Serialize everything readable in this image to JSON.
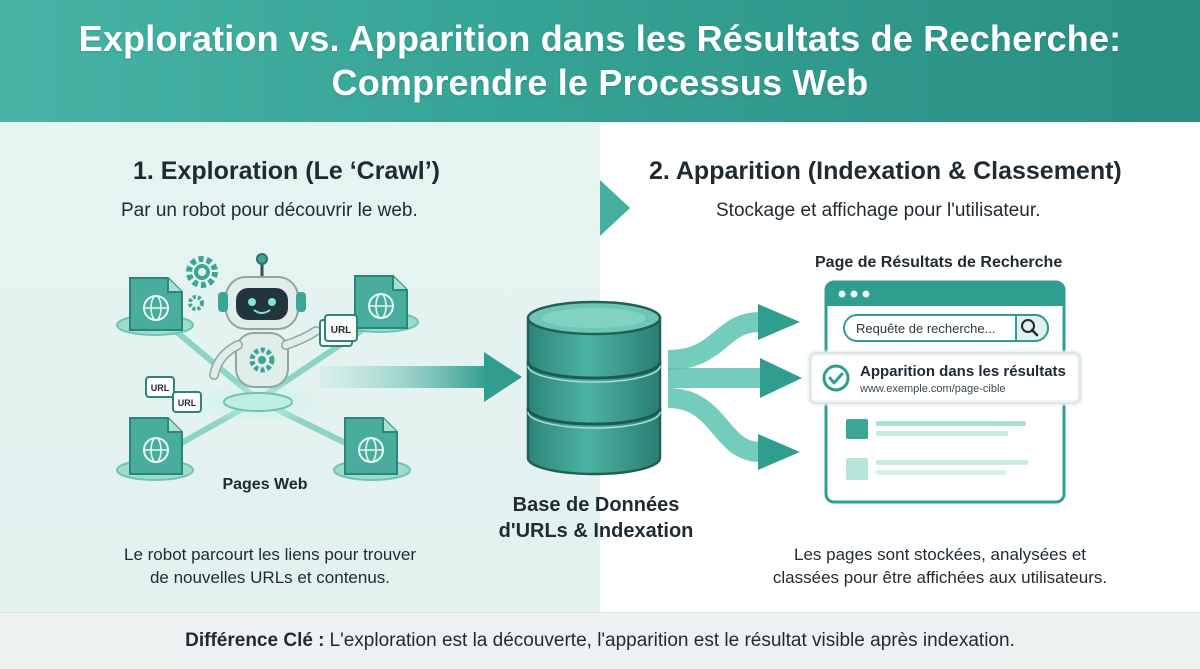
{
  "header": {
    "title_line1": "Exploration vs. Apparition dans les Résultats de Recherche:",
    "title_line2": "Comprendre le Processus Web"
  },
  "left": {
    "title": "1. Exploration (Le ‘Crawl’)",
    "subtitle": "Par un robot pour découvrir le web.",
    "pages_label": "Pages Web",
    "description_line1": "Le robot parcourt les liens pour trouver",
    "description_line2": "de nouvelles URLs et contenus.",
    "url_tag": "URL"
  },
  "center": {
    "db_label_line1": "Base de Données",
    "db_label_line2": "d'URLs & Indexation"
  },
  "right": {
    "title": "2. Apparition (Indexation & Classement)",
    "subtitle": "Stockage et affichage pour l'utilisateur.",
    "serp_title": "Page de Résultats de Recherche",
    "search_placeholder": "Requête de recherche...",
    "result_title": "Apparition dans les résultats",
    "result_url": "www.exemple.com/page-cible",
    "description_line1": "Les pages sont stockées, analysées et",
    "description_line2": "classées pour être affichées aux utilisateurs."
  },
  "footer": {
    "key_label": "Différence Clé :",
    "key_text": "L'exploration est la découverte, l'apparition est le résultat visible après indexation."
  },
  "colors": {
    "teal": "#2f9e8f",
    "teal_light": "#5cc3b1",
    "teal_pale": "#bfe6dd",
    "left_bg": "#e4f3f0",
    "footer_bg": "#eef1f2",
    "text_dark": "#1f2a33"
  }
}
